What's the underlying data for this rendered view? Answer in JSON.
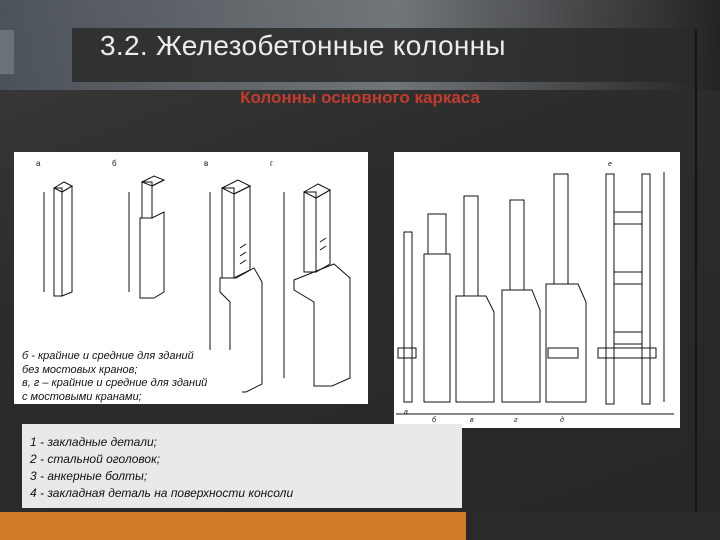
{
  "slide": {
    "title": "3.2. Железобетонные колонны",
    "subtitle": "Колонны основного каркаса"
  },
  "figure_left": {
    "view_letters": [
      "а",
      "б",
      "в",
      "г"
    ],
    "caption_lines": [
      "б - крайние и средние для зданий",
      "без мостовых кранов;",
      "в, г – крайние и средние для зданий",
      "с мостовыми кранами;"
    ]
  },
  "figure_right": {
    "view_letters": [
      "а",
      "б",
      "в",
      "г",
      "д",
      "е"
    ]
  },
  "legend": {
    "items": [
      "1 - закладные детали;",
      "2 - стальной оголовок;",
      "3 - анкерные болты;",
      "4 - закладная деталь на поверхности консоли"
    ]
  },
  "colors": {
    "subtitle_red": "#c23c2e",
    "accent_orange": "#d07a26",
    "background_dark": "#2b2b2b"
  }
}
